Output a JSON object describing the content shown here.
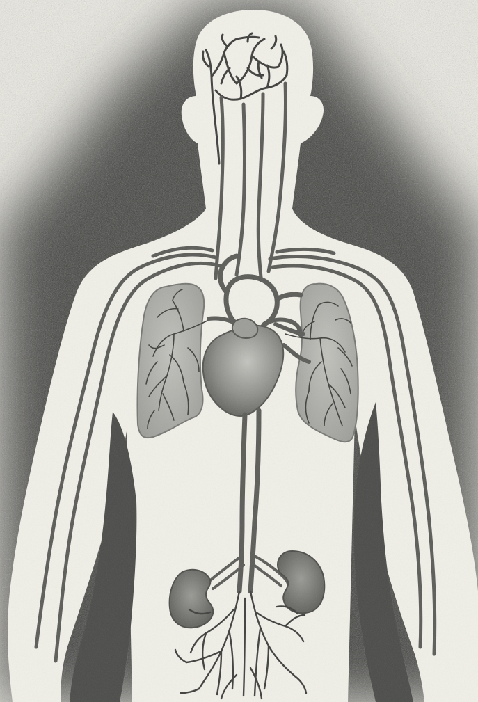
{
  "illustration": {
    "subject": "circulatory-system",
    "style": "engraved-print",
    "colors": {
      "paper": "#ecebe3",
      "silhouette": "#f1f0e8",
      "shadow": "#4a4a48",
      "vessel": "#5b5b58",
      "organ": "#a7a7a3",
      "organ_dark": "#6e6e6b"
    },
    "organs": [
      "brain",
      "lungs",
      "heart",
      "kidneys",
      "aorta",
      "arm-vessels",
      "leg-vessels"
    ]
  }
}
